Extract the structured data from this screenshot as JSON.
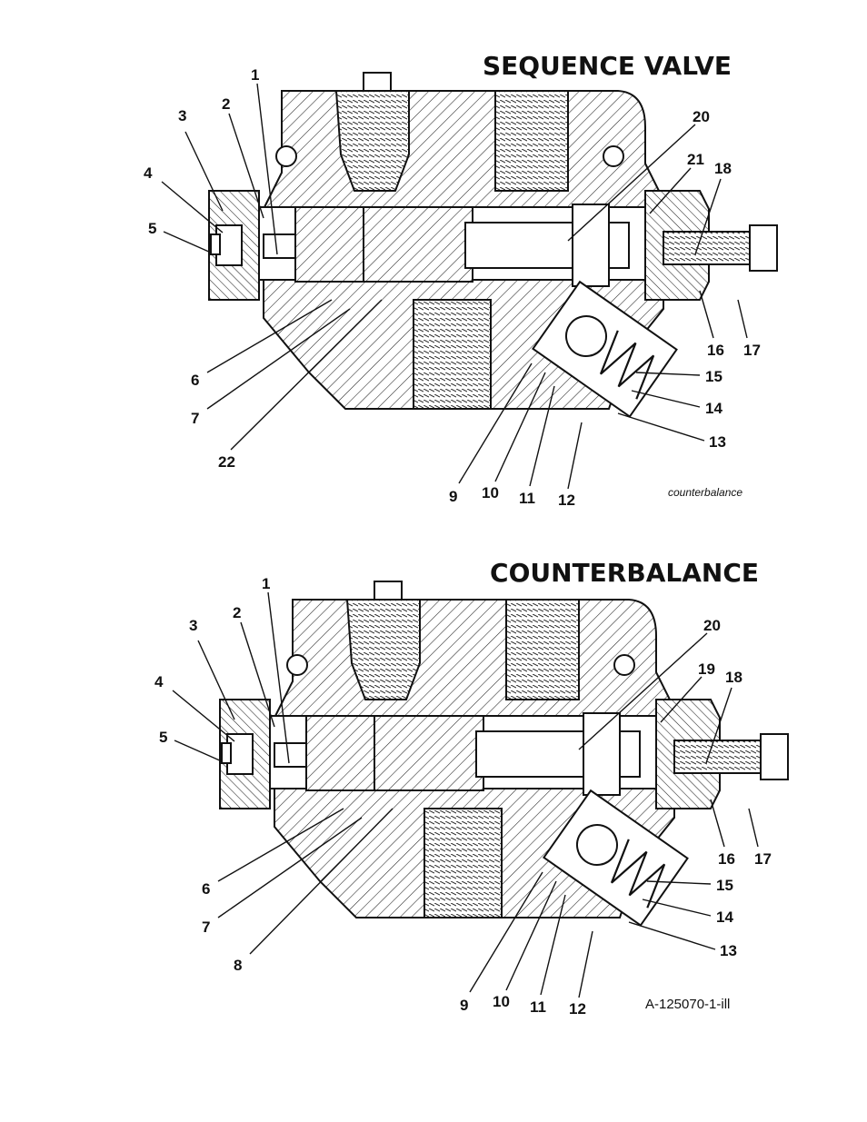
{
  "diagrams": [
    {
      "id": "sequence",
      "title": "SEQUENCE VALVE",
      "caption": "counterbalance",
      "labels": [
        "1",
        "2",
        "3",
        "4",
        "5",
        "6",
        "7",
        "22",
        "20",
        "21",
        "18",
        "16",
        "17",
        "15",
        "14",
        "13",
        "9",
        "10",
        "11",
        "12"
      ]
    },
    {
      "id": "counterbalance",
      "title": "COUNTERBALANCE",
      "caption": "A-125070-1-ill",
      "labels": [
        "1",
        "2",
        "3",
        "4",
        "5",
        "6",
        "7",
        "8",
        "20",
        "19",
        "18",
        "16",
        "17",
        "15",
        "14",
        "13",
        "9",
        "10",
        "11",
        "12"
      ]
    }
  ]
}
